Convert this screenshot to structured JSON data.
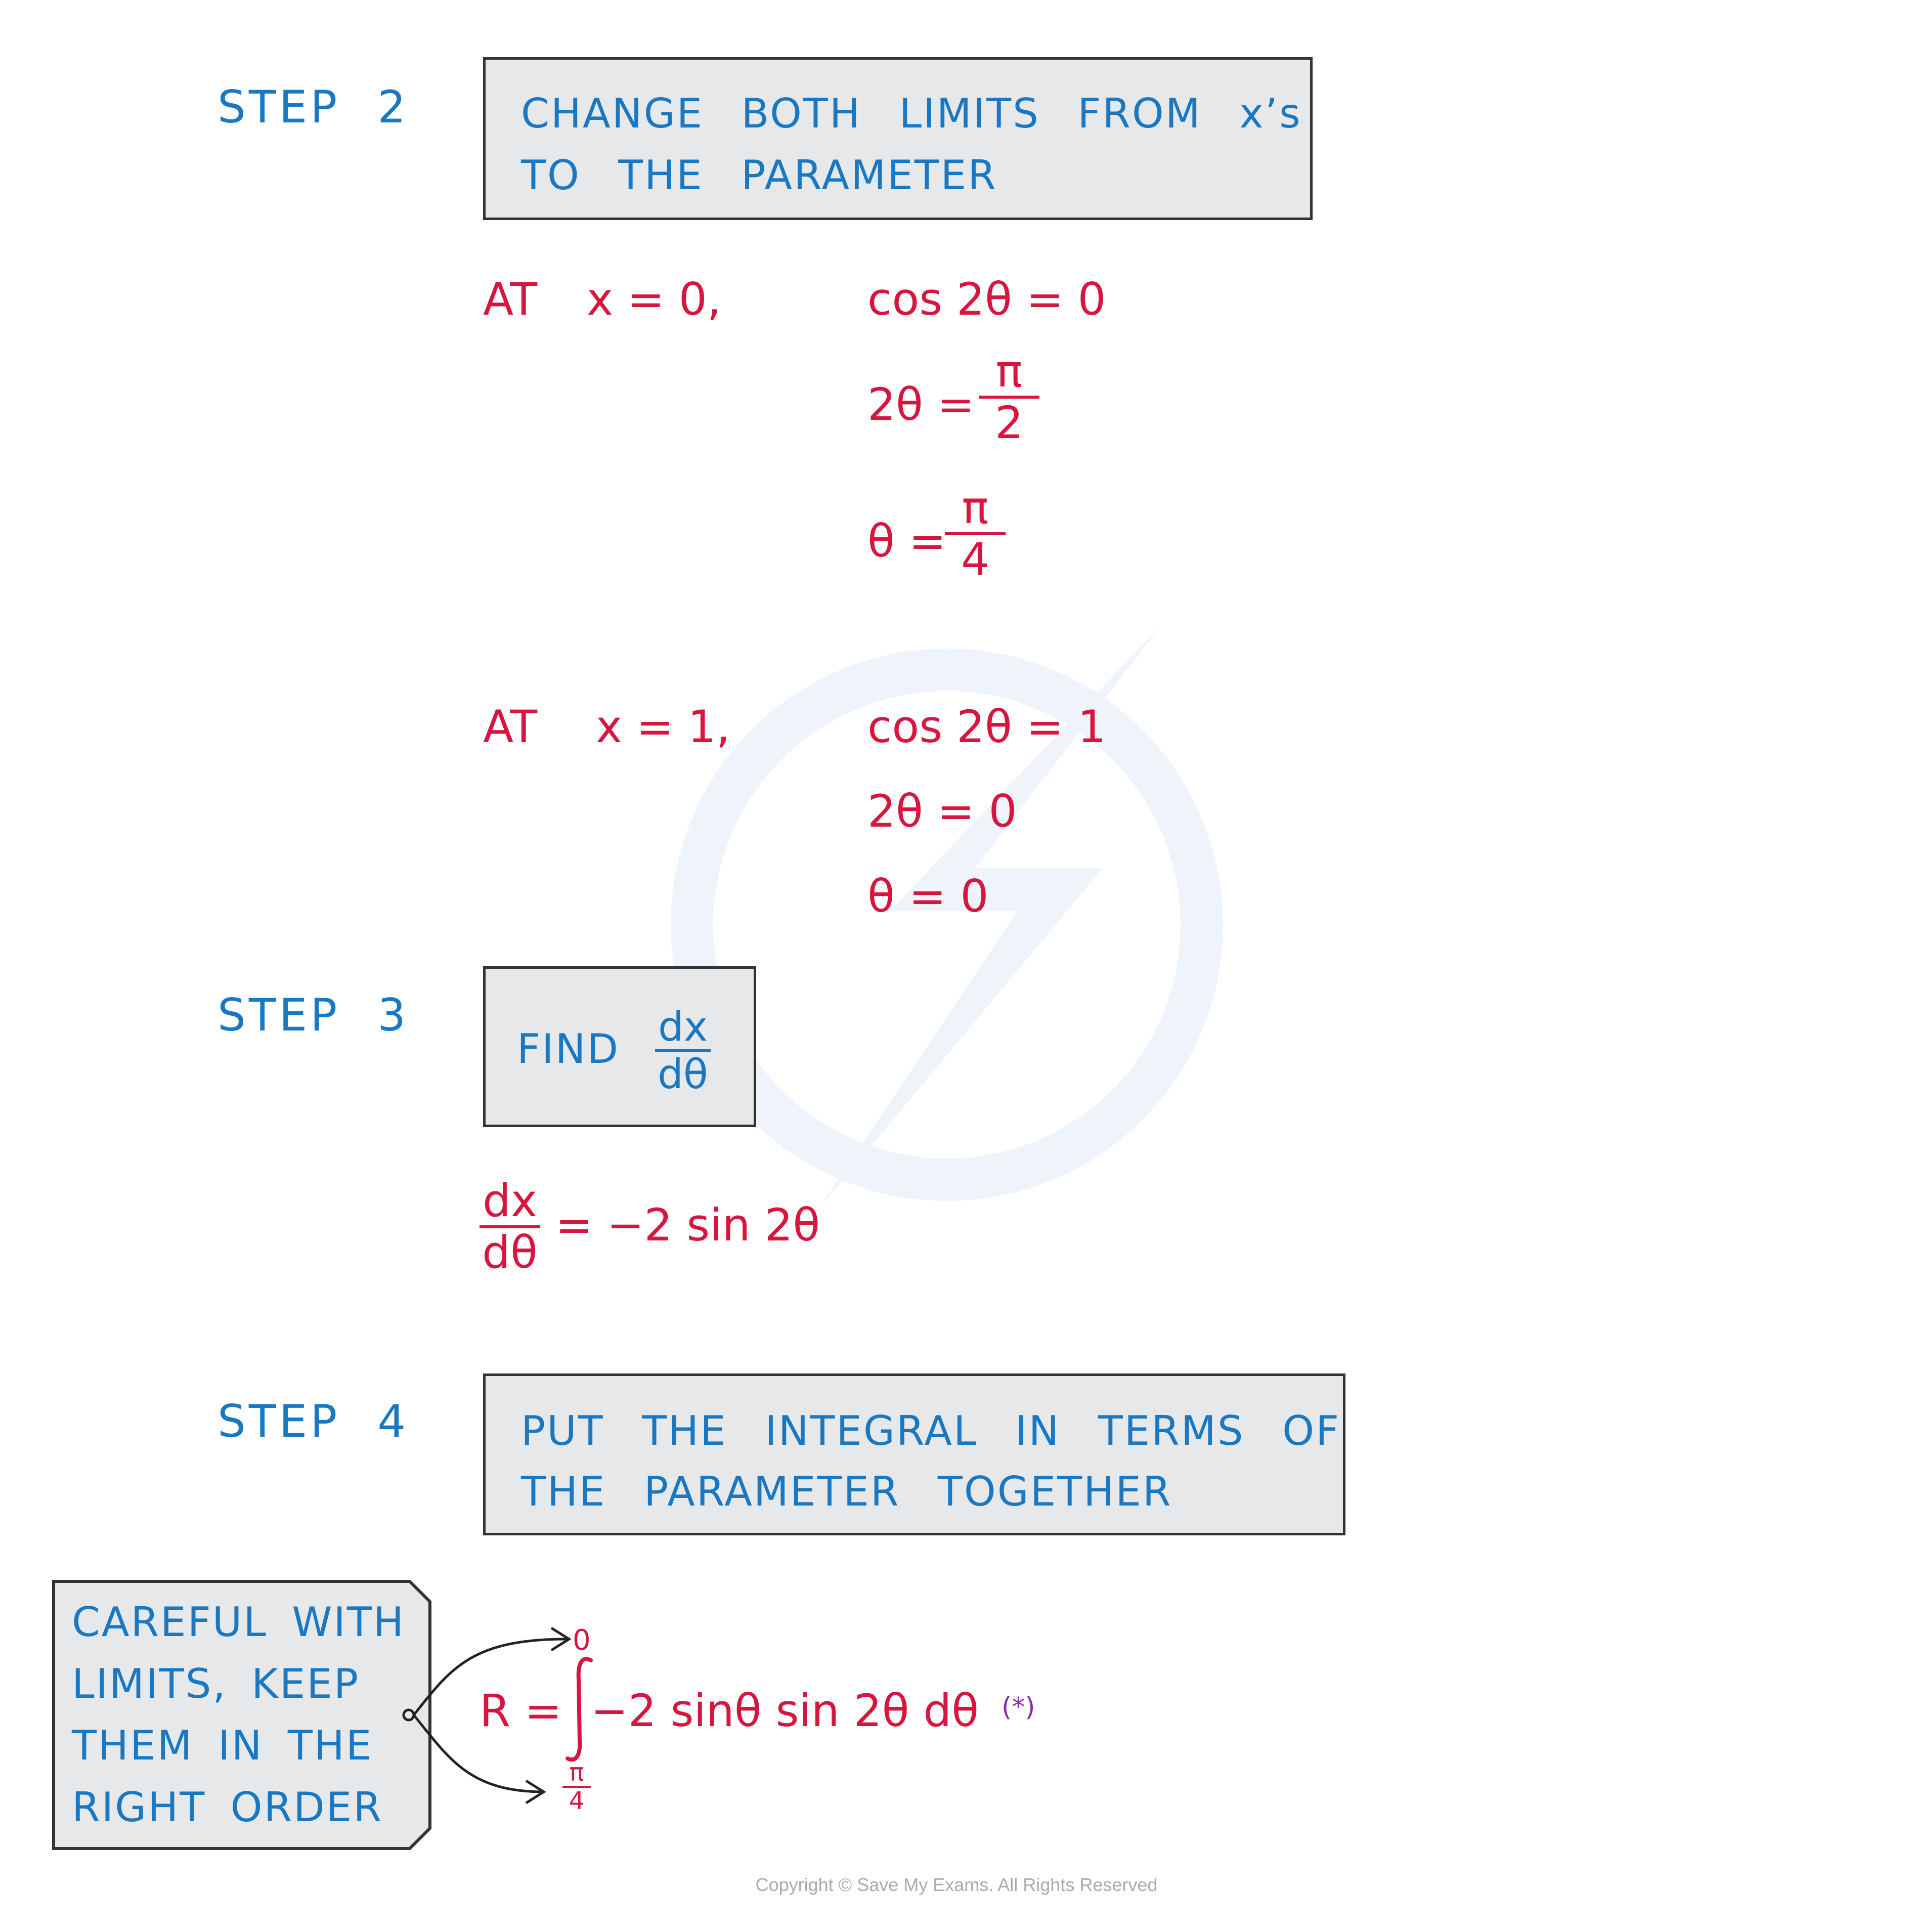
{
  "step2": {
    "label": "STEP  2",
    "box_line1": "CHANGE BOTH LIMITS FROM x’s",
    "box_line2": "TO THE PARAMETER"
  },
  "limit_a": {
    "at": "AT",
    "x_eq": "x = 0,",
    "line1": "cos 2θ = 0",
    "line2_lhs": "2θ =",
    "line2_num": "π",
    "line2_den": "2",
    "line3_lhs": "θ =",
    "line3_num": "π",
    "line3_den": "4"
  },
  "limit_b": {
    "at": "AT",
    "x_eq": "x = 1,",
    "line1": "cos 2θ = 1",
    "line2": "2θ = 0",
    "line3": "θ = 0"
  },
  "step3": {
    "label": "STEP  3",
    "box_text": "FIND",
    "box_num": "dx",
    "box_den": "dθ"
  },
  "derivative": {
    "num": "dx",
    "den": "dθ",
    "rhs": "= −2 sin 2θ"
  },
  "step4": {
    "label": "STEP  4",
    "box_line1": "PUT THE INTEGRAL IN TERMS OF",
    "box_line2": "THE PARAMETER TOGETHER"
  },
  "note": {
    "line1": "CAREFUL  WITH",
    "line2": "LIMITS,  KEEP",
    "line3": "THEM  IN  THE",
    "line4": "RIGHT  ORDER"
  },
  "integral": {
    "lhs": "R =",
    "upper": "0",
    "lower_num": "π",
    "lower_den": "4",
    "integrand": "−2 sinθ sin 2θ dθ",
    "tag": "(*)"
  },
  "copyright": "Copyright © Save My Exams. All Rights Reserved",
  "colors": {
    "heading_blue": "#1a78c2",
    "math_red": "#d6163f",
    "box_fill": "#e7e8e9",
    "tag_purple": "#8e2aa6"
  }
}
